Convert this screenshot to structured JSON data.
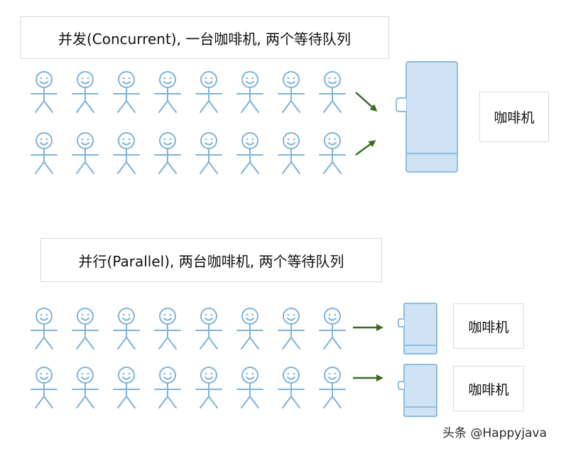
{
  "concurrent": {
    "title": "并发(Concurrent), 一台咖啡机, 两个等待队列",
    "machine_label": "咖啡机"
  },
  "parallel": {
    "title": "并行(Parallel), 两台咖啡机, 两个等待队列",
    "machine_labels": [
      "咖啡机",
      "咖啡机"
    ]
  },
  "people_per_queue": 8,
  "colors": {
    "person": "#7fb3d9",
    "machine_fill": "#cfe3f5",
    "machine_stroke": "#8fbde0",
    "arrow": "#3a6b22"
  },
  "watermark": "头条 @Happyjava"
}
